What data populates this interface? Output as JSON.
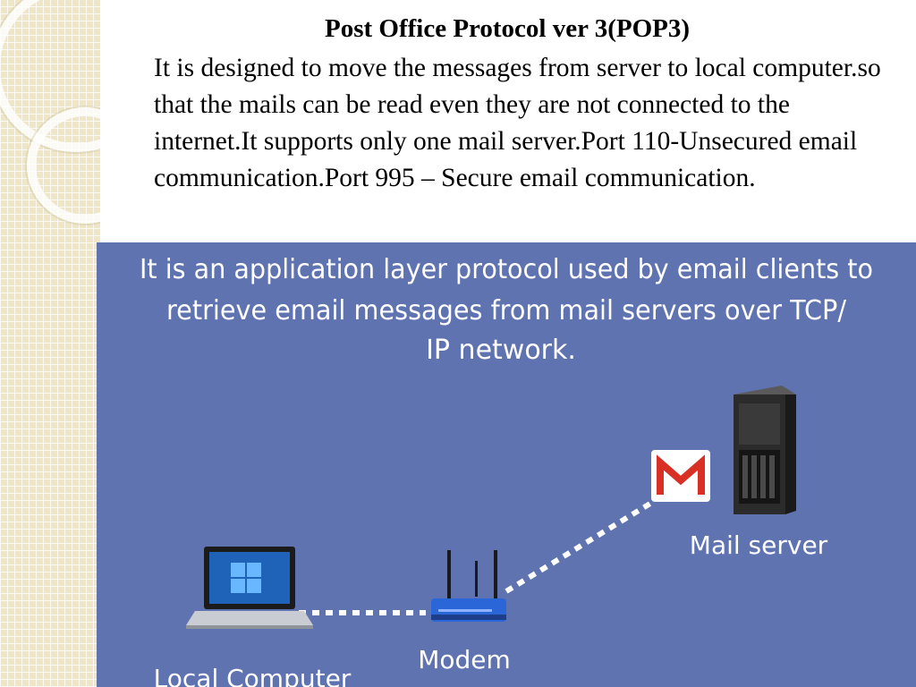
{
  "slide": {
    "title": "Post Office Protocol ver 3(POP3)",
    "body": "It is designed to move the messages from server to local computer.so that the mails can be read even they are not connected to the internet.It supports only one mail server.Port 110-Unsecured email communication.Port 995 – Secure email communication."
  },
  "diagram": {
    "caption_lines": [
      "It is an application layer protocol used by email clients to",
      "retrieve email messages from mail servers over TCP/",
      "IP network."
    ],
    "nodes": {
      "local_computer": "Local Computer",
      "modem": "Modem",
      "mail_server": "Mail server"
    },
    "icons": {
      "laptop": "laptop-icon",
      "router": "router-icon",
      "gmail": "gmail-icon",
      "server": "server-tower-icon"
    },
    "colors": {
      "panel": "#5f73b0",
      "link": "#ffffff",
      "gmail_red": "#d93025"
    }
  }
}
